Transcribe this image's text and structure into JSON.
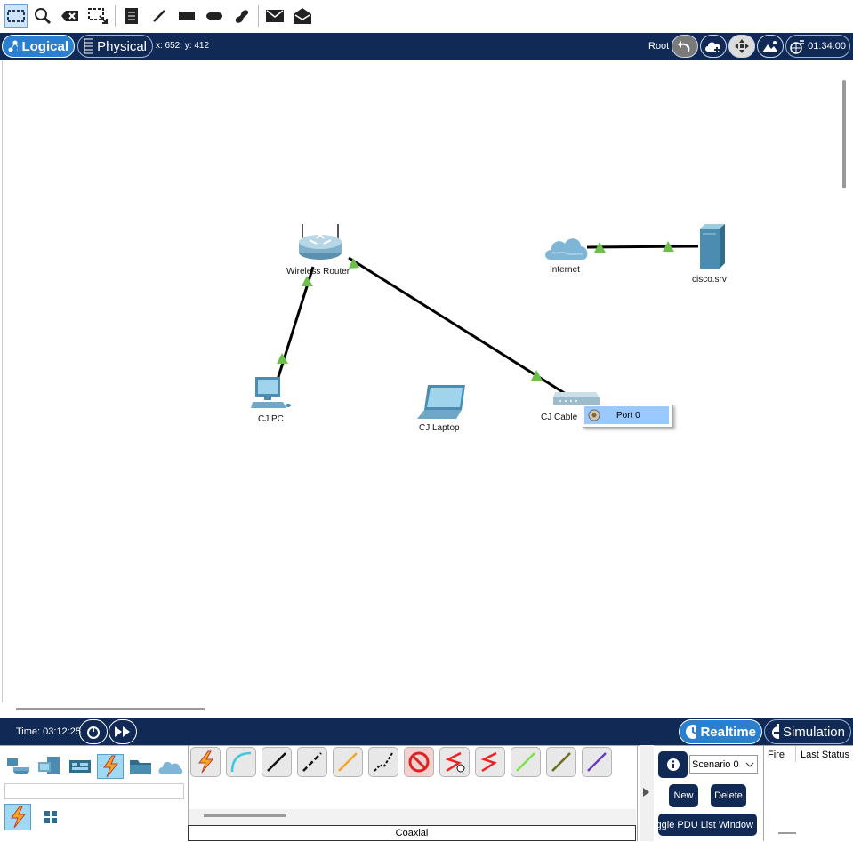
{
  "toolbar": {
    "tools": [
      "select-tool",
      "inspect-tool",
      "delete-tool",
      "resize-tool",
      "note-tool",
      "line-tool",
      "rectangle-tool",
      "ellipse-tool",
      "freeform-tool",
      "simple-pdu-tool",
      "complex-pdu-tool"
    ]
  },
  "nav": {
    "logical_label": "Logical",
    "physical_label": "Physical",
    "coords": "x: 652, y: 412",
    "root_label": "Root",
    "clock": "01:34:00"
  },
  "devices": {
    "router": "Wireless Router",
    "internet": "Internet",
    "server": "cisco.srv",
    "pc": "CJ PC",
    "laptop": "CJ Laptop",
    "modem": "CJ Cable"
  },
  "context_menu": {
    "item": "Port 0"
  },
  "timebar": {
    "time": "Time: 03:12:25",
    "realtime_label": "Realtime",
    "simulation_label": "Simulation"
  },
  "bottom": {
    "cable_name": "Coaxial",
    "scenario_selected": "Scenario 0",
    "new_label": "New",
    "delete_label": "Delete",
    "toggle_label": "oggle PDU List Window",
    "col_fire": "Fire",
    "col_status": "Last Status"
  },
  "colors": {
    "navbar": "#102a55",
    "link_up": "#6cc04a",
    "accent": "#2a7fd0"
  }
}
